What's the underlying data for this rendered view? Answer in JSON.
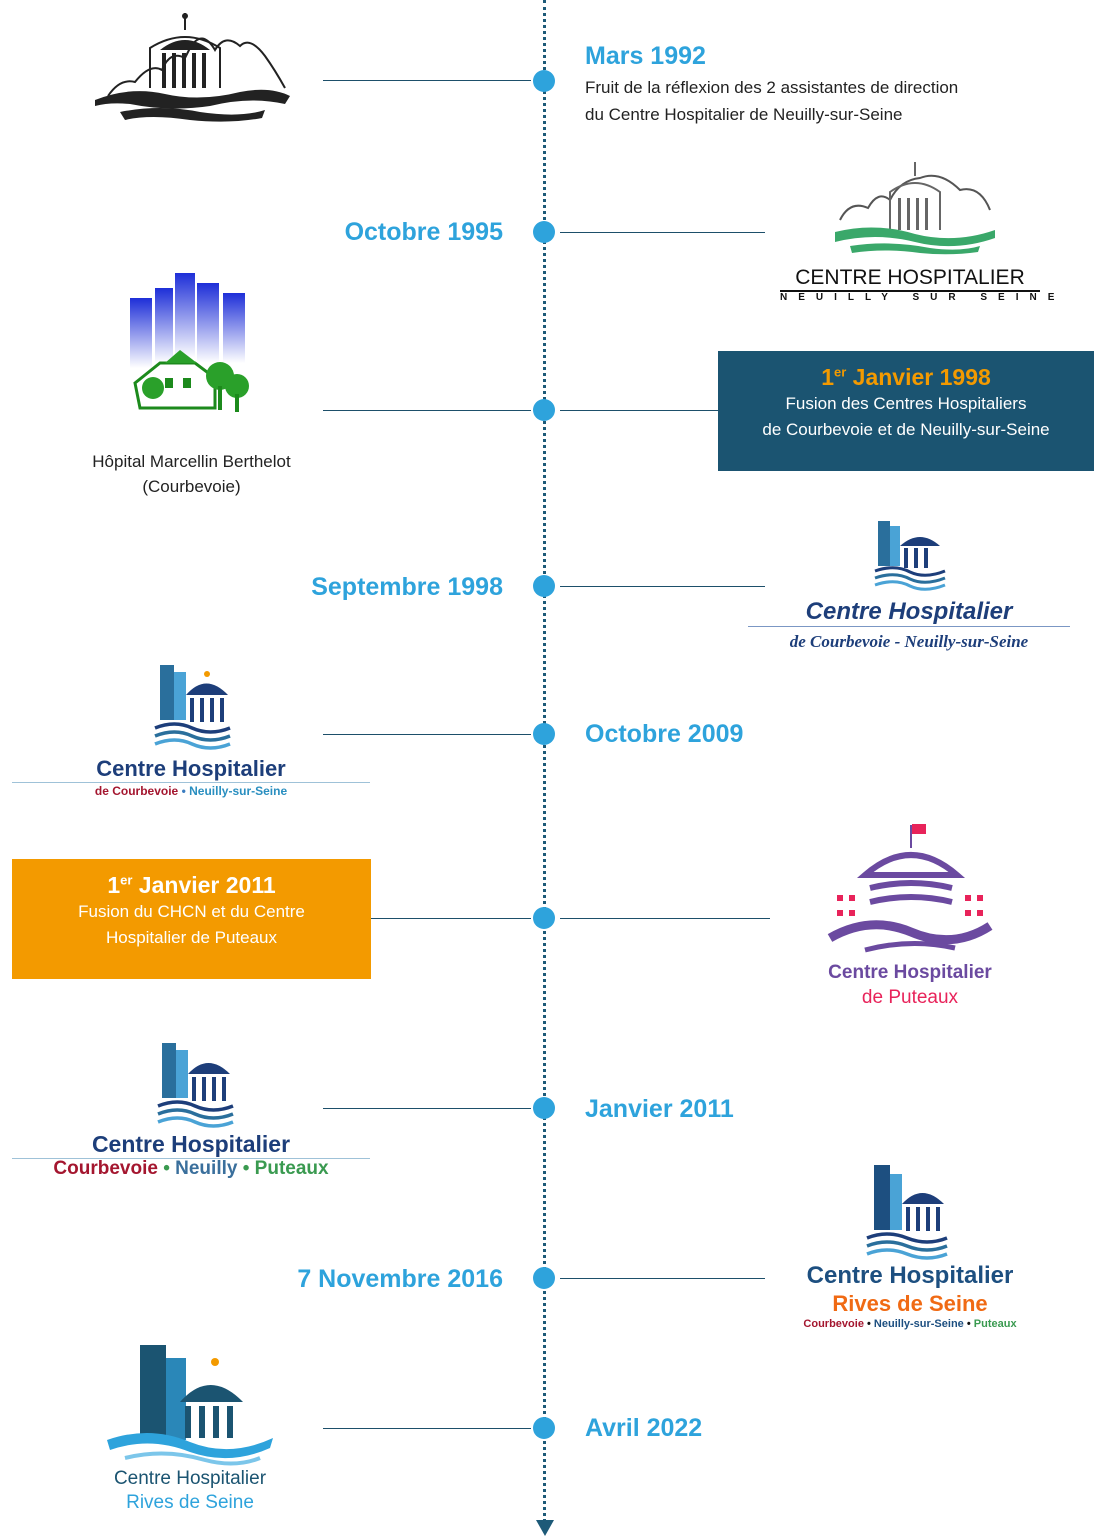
{
  "milestones": [
    {
      "date": "Mars 1992",
      "desc_lines": [
        "Fruit de la réflexion des 2 assistantes de direction",
        "du Centre Hospitalier de Neuilly-sur-Seine"
      ]
    },
    {
      "date": "Octobre 1995"
    },
    {
      "date_prefix": "1",
      "date_sup": "er",
      "date_rest": " Janvier 1998",
      "desc_lines": [
        "Fusion des Centres Hospitaliers",
        "de Courbevoie et de Neuilly-sur-Seine"
      ],
      "caption_lines": [
        "Hôpital Marcellin Berthelot",
        "(Courbevoie)"
      ]
    },
    {
      "date": "Septembre 1998"
    },
    {
      "date": "Octobre 2009"
    },
    {
      "date_prefix": "1",
      "date_sup": "er",
      "date_rest": " Janvier 2011",
      "desc_lines": [
        "Fusion du CHCN et du Centre",
        "Hospitalier de Puteaux"
      ]
    },
    {
      "date": "Janvier 2011"
    },
    {
      "date": "7 Novembre 2016"
    },
    {
      "date": "Avril 2022"
    }
  ],
  "logos": {
    "l1995": {
      "title": "CENTRE HOSPITALIER",
      "sub": "NEUILLY SUR SEINE"
    },
    "l1998": {
      "title": "Centre Hospitalier",
      "sub": "de Courbevoie - Neuilly-sur-Seine"
    },
    "l2009": {
      "title": "Centre Hospitalier",
      "sub_a": "de Courbevoie",
      "sep": "•",
      "sub_b": "Neuilly-sur-Seine"
    },
    "lput": {
      "title": "Centre Hospitalier",
      "sub": "de Puteaux"
    },
    "l2011": {
      "title": "Centre Hospitalier",
      "a": "Courbevoie",
      "b": "Neuilly",
      "c": "Puteaux",
      "sep": "•"
    },
    "l2016": {
      "title": "Centre Hospitalier",
      "sub": "Rives de Seine",
      "a": "Courbevoie",
      "b": "Neuilly-sur-Seine",
      "c": "Puteaux",
      "sep": "•"
    },
    "l2022": {
      "title": "Centre Hospitalier",
      "sub": "Rives de Seine"
    }
  },
  "colors": {
    "accent_blue": "#2ea3dc",
    "navy_box": "#1b5471",
    "orange_box": "#f39a00",
    "axis": "#1d5a78"
  }
}
